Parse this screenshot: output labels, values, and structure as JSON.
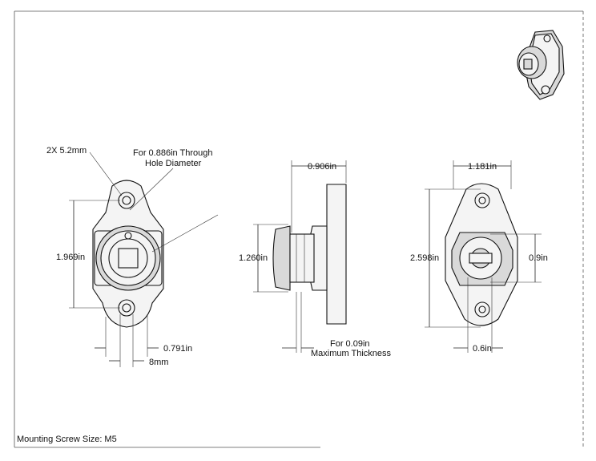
{
  "labels": {
    "hole_count": "2X 5.2mm",
    "through_hole_line1": "For 0.886in Through",
    "through_hole_line2": "Hole Diameter",
    "height_front": "1.969in",
    "width_base": "0.791in",
    "slot_width": "8mm",
    "depth_top": "0.906in",
    "thickness_note_line1": "For 0.09in",
    "thickness_note_line2": "Maximum Thickness",
    "height_side": "1.260in",
    "width_back": "1.181in",
    "height_back": "2.598in",
    "cam_height": "0.9in",
    "cam_width": "0.6in",
    "mounting_screw": "Mounting Screw Size: M5"
  },
  "colors": {
    "line": "#222222",
    "part_fill": "#f4f4f4",
    "shade_fill": "#d9d9d9"
  }
}
